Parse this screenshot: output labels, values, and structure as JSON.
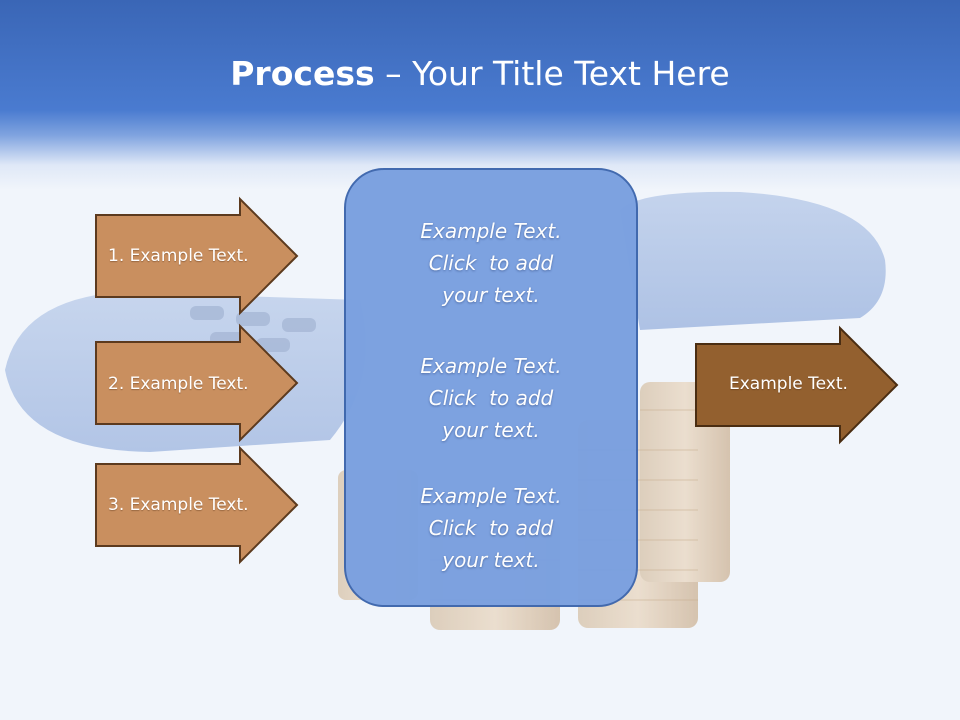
{
  "slide": {
    "title_bold": "Process",
    "title_rest": " – Your Title Text Here"
  },
  "colors": {
    "header": "#4a7bd0",
    "left_arrow_fill": "#c98f5f",
    "left_arrow_stroke": "#5c3a1e",
    "right_arrow_fill": "#93602f",
    "center_box_fill": "#7aa0e0",
    "center_box_stroke": "#3d66ad"
  },
  "left_arrows": [
    {
      "label": "1. Example Text."
    },
    {
      "label": "2. Example Text."
    },
    {
      "label": "3. Example Text."
    }
  ],
  "center_box": {
    "blocks": [
      {
        "lines": [
          "Example Text.",
          "Click  to add",
          "your text."
        ]
      },
      {
        "lines": [
          "Example Text.",
          "Click  to add",
          "your text."
        ]
      },
      {
        "lines": [
          "Example Text.",
          "Click  to add",
          "your text."
        ]
      }
    ]
  },
  "right_arrow": {
    "label": "Example Text."
  }
}
